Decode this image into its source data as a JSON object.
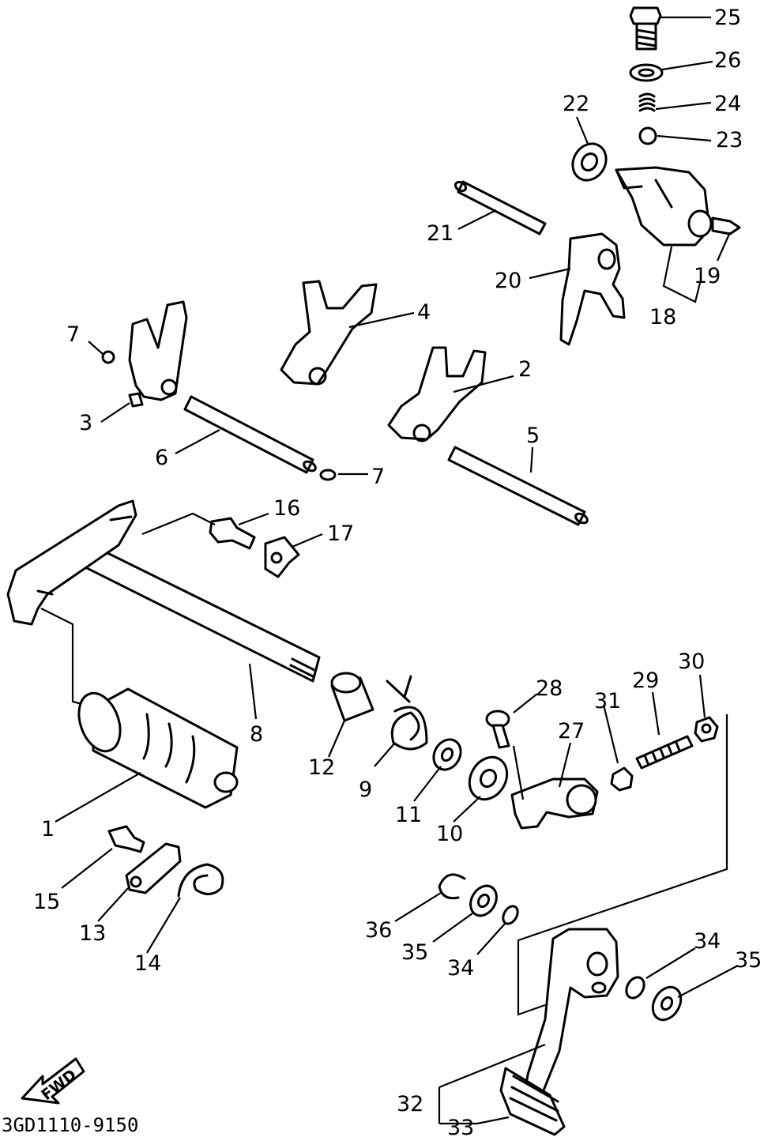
{
  "diagram": {
    "drawing_code": "3GD1110-9150",
    "direction_label": "FWD",
    "callouts": [
      "25",
      "26",
      "24",
      "22",
      "23",
      "21",
      "20",
      "19",
      "18",
      "4",
      "7",
      "2",
      "3",
      "6",
      "5",
      "7",
      "16",
      "17",
      "8",
      "28",
      "30",
      "29",
      "31",
      "27",
      "12",
      "9",
      "11",
      "10",
      "1",
      "15",
      "13",
      "14",
      "36",
      "34",
      "35",
      "35",
      "34",
      "32",
      "33"
    ]
  }
}
